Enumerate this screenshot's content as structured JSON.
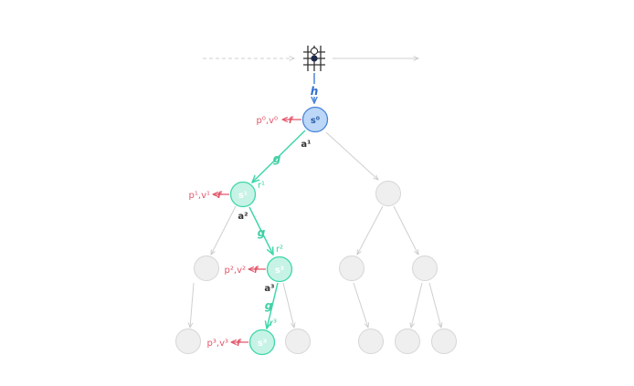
{
  "colors": {
    "grey_node_fill": "#efefef",
    "grey_node_stroke": "#d6d6d6",
    "grey_edge": "#cfcfcf",
    "root_fill": "#bcd7f7",
    "root_stroke": "#4a86d9",
    "teal_fill": "#c6f3e5",
    "teal_stroke": "#3fd6aa",
    "teal_text": "#3fcfa3",
    "blue_text": "#2f6fcf",
    "red_text": "#e4566a",
    "dark_text": "#333333"
  },
  "board": {
    "icon": "go-board-icon"
  },
  "labels": {
    "h": "h",
    "g1": "g",
    "g2": "g",
    "g3": "g",
    "a1": "a¹",
    "a2": "a²",
    "a3": "a³",
    "r1": "r¹",
    "r2": "r²",
    "r3": "r³"
  },
  "nodes": {
    "s0": "s⁰",
    "s1": "s¹",
    "s2": "s²",
    "s3": "s³"
  },
  "predictions": {
    "pv0": "p⁰,v⁰",
    "pv1": "p¹,v¹",
    "pv2": "p²,v²",
    "pv3": "p³,v³",
    "f": "f"
  }
}
